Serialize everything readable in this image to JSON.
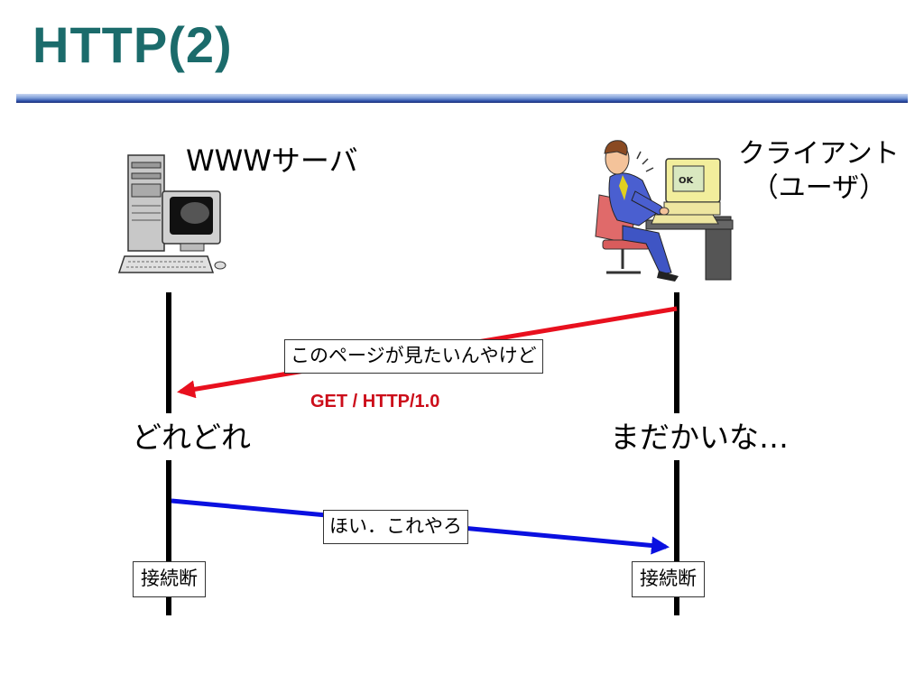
{
  "title": "HTTP(2)",
  "server": {
    "label": "WWWサーバ",
    "status": "どれどれ",
    "disconnect": "接続断"
  },
  "client": {
    "label_line1": "クライアント",
    "label_line2": "（ユーザ）",
    "status": "まだかいな…",
    "disconnect": "接続断"
  },
  "request": {
    "message": "このページが見たいんやけど",
    "method_line": "GET /  HTTP/1.0",
    "color": "#e8101e"
  },
  "response": {
    "message": "ほい．これやろ",
    "color": "#0a10e0"
  },
  "colors": {
    "title": "#1b6b6b",
    "lifeline": "#000000"
  },
  "icons": {
    "server": "server-computer-icon",
    "client": "user-at-computer-icon"
  }
}
